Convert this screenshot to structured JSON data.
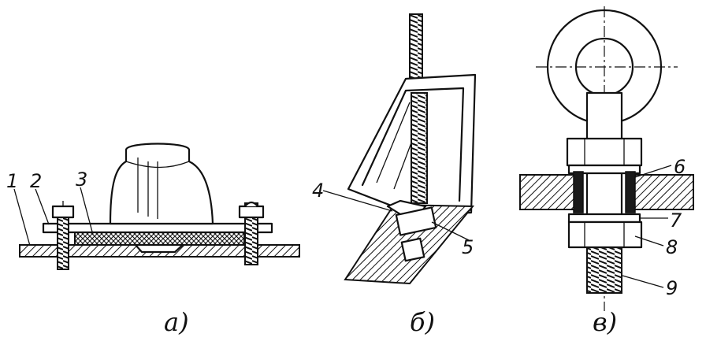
{
  "figure": {
    "panel_a": {
      "caption": "а)",
      "labels": [
        "1",
        "2",
        "3"
      ]
    },
    "panel_b": {
      "caption": "б)",
      "labels": [
        "4",
        "5"
      ]
    },
    "panel_v": {
      "caption": "в)",
      "labels": [
        "6",
        "7",
        "8",
        "9"
      ]
    }
  }
}
